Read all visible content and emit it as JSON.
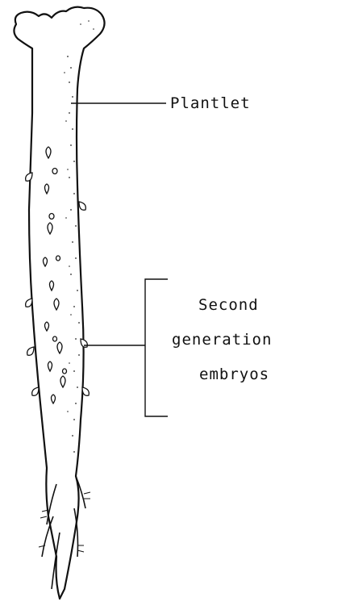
{
  "diagram": {
    "labels": {
      "plantlet": "Plantlet",
      "second_line1": "Second",
      "second_line2": "generation",
      "second_line3": "embryos"
    }
  }
}
